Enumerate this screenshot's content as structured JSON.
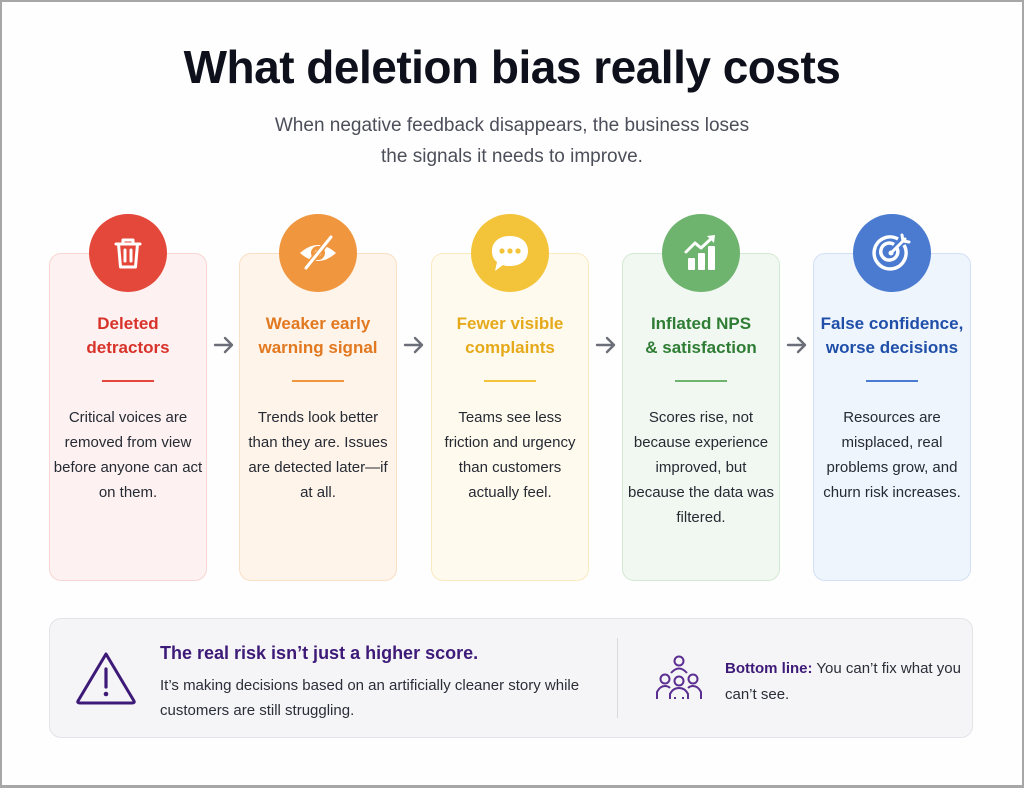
{
  "header": {
    "title": "What deletion bias really costs",
    "subtitle": "When negative feedback disappears, the business loses the signals it needs to improve."
  },
  "steps": [
    {
      "icon": "trash-icon",
      "title_line1": "Deleted",
      "title_line2": "detractors",
      "body": "Critical voices are removed from view before anyone can act on them.",
      "accent": "#e4483a",
      "title_color": "#d8332b",
      "bg": "#fdf2f1",
      "border": "#f7d6d3"
    },
    {
      "icon": "eye-slash-icon",
      "title_line1": "Weaker early",
      "title_line2": "warning signal",
      "body": "Trends look better than they are. Issues are detected later—if at all.",
      "accent": "#f0963e",
      "title_color": "#e2781f",
      "bg": "#fef4ea",
      "border": "#f9dfc5"
    },
    {
      "icon": "chat-bubble-icon",
      "title_line1": "Fewer visible",
      "title_line2": "complaints",
      "body": "Teams see less friction and urgency than customers actually feel.",
      "accent": "#f3c33a",
      "title_color": "#e5a91a",
      "bg": "#fffaee",
      "border": "#faeac2"
    },
    {
      "icon": "growth-chart-icon",
      "title_line1": "Inflated NPS",
      "title_line2": "& satisfaction",
      "body": "Scores rise, not because experience improved, but because the data was filtered.",
      "accent": "#6eb36e",
      "title_color": "#2f7d35",
      "bg": "#f1f8f1",
      "border": "#d3e9d3"
    },
    {
      "icon": "target-icon",
      "title_line1": "False confidence,",
      "title_line2": "worse decisions",
      "body": "Resources are misplaced, real problems grow, and churn risk increases.",
      "accent": "#4a7bd0",
      "title_color": "#1f4fa8",
      "bg": "#eff5fd",
      "border": "#d2e1f6"
    }
  ],
  "callout": {
    "title": "The real risk isn’t just a higher score.",
    "body": "It’s making decisions based on an artificially cleaner story while customers are still struggling.",
    "bottom_line_label": "Bottom line:",
    "bottom_line_text": " You can’t fix what you can’t see.",
    "accent": "#3e1a78"
  }
}
